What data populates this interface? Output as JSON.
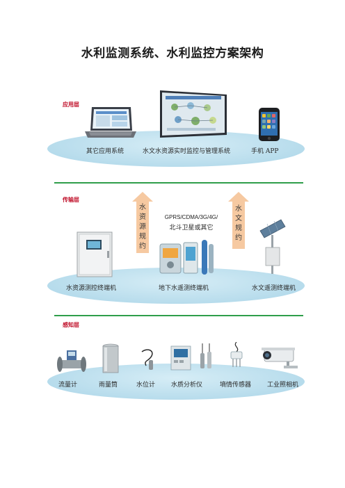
{
  "title": "水利监测系统、水利监控方案架构",
  "application_layer": {
    "label": "应用层",
    "items": [
      "其它应用系统",
      "水文水资源实时监控与管理系统",
      "手机 APP"
    ]
  },
  "transport_layer": {
    "label": "传输层",
    "left_arrow": [
      "水",
      "资",
      "源",
      "规",
      "约"
    ],
    "right_arrow": [
      "水",
      "文",
      "规",
      "约"
    ],
    "network_line1": "GPRS/CDMA/3G/4G/",
    "network_line2": "北斗卫星或其它",
    "items": [
      "水资源测控终端机",
      "地下水遥测终端机",
      "水文遥测终端机"
    ]
  },
  "sensing_layer": {
    "label": "感知层",
    "items": [
      "流量计",
      "雨量筒",
      "水位计",
      "水质分析仪",
      "墒情传感器",
      "工业照相机"
    ]
  },
  "colors": {
    "ellipse": "#b7dcec",
    "divider": "#2e9e4a",
    "layer_label": "#c0102a",
    "arrow": "#f6c9a1"
  }
}
